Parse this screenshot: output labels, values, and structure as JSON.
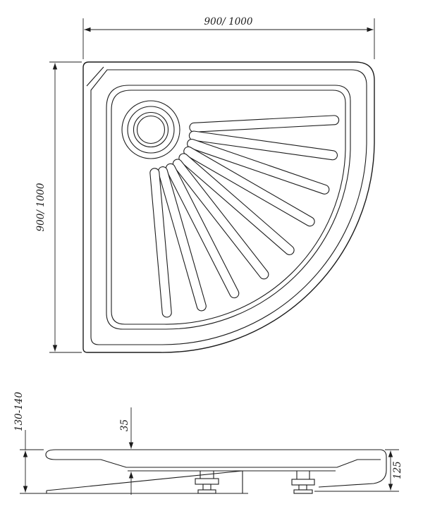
{
  "colors": {
    "line": "#1c1c1c",
    "background": "#ffffff"
  },
  "top_view": {
    "width_dimension": "900/ 1000",
    "height_dimension": "900/ 1000"
  },
  "section_view": {
    "overall_height_dimension": "130-140",
    "inner_depth_dimension": "35",
    "right_height_dimension": "125"
  }
}
